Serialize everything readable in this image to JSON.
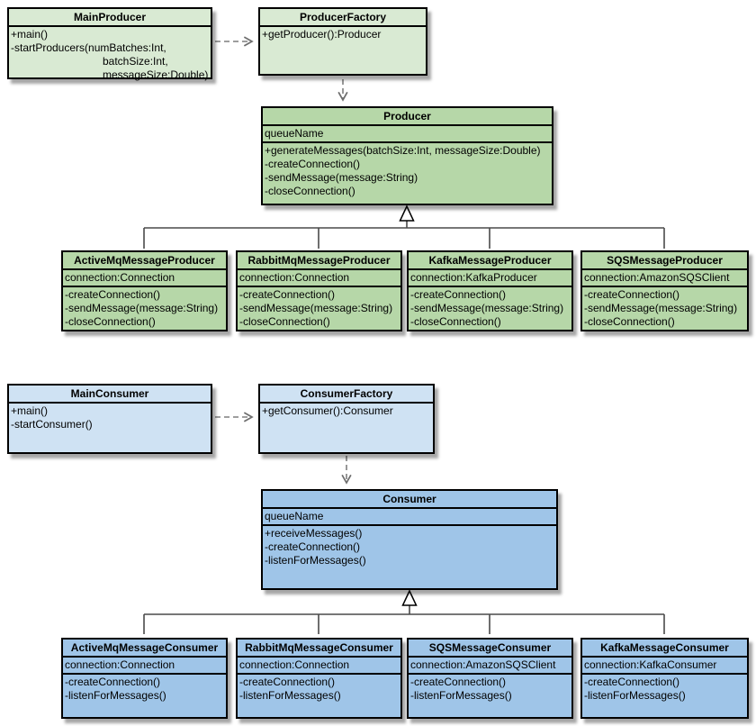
{
  "palette": {
    "green_light": "#d9ead3",
    "green_dark": "#b6d7a8",
    "blue_light": "#cfe2f3",
    "blue_dark": "#9fc5e8",
    "connector_gray": "#7f7f7f",
    "connector_dark": "#4a4a4a",
    "border_black": "#000000"
  },
  "classes": {
    "main_producer": {
      "name": "MainProducer",
      "members": [
        "+main()",
        "-startProducers(numBatches:Int,",
        "batchSize:Int,",
        "messageSize:Double)"
      ]
    },
    "producer_factory": {
      "name": "ProducerFactory",
      "members": [
        "+getProducer():Producer"
      ]
    },
    "producer": {
      "name": "Producer",
      "attributes": [
        "queueName"
      ],
      "methods": [
        "+generateMessages(batchSize:Int, messageSize:Double)",
        "-createConnection()",
        "-sendMessage(message:String)",
        "-closeConnection()"
      ]
    },
    "activemq_producer": {
      "name": "ActiveMqMessageProducer",
      "attributes": [
        "connection:Connection"
      ],
      "methods": [
        "-createConnection()",
        "-sendMessage(message:String)",
        "-closeConnection()"
      ]
    },
    "rabbitmq_producer": {
      "name": "RabbitMqMessageProducer",
      "attributes": [
        "connection:Connection"
      ],
      "methods": [
        "-createConnection()",
        "-sendMessage(message:String)",
        "-closeConnection()"
      ]
    },
    "kafka_producer": {
      "name": "KafkaMessageProducer",
      "attributes": [
        "connection:KafkaProducer"
      ],
      "methods": [
        "-createConnection()",
        "-sendMessage(message:String)",
        "-closeConnection()"
      ]
    },
    "sqs_producer": {
      "name": "SQSMessageProducer",
      "attributes": [
        "connection:AmazonSQSClient"
      ],
      "methods": [
        "-createConnection()",
        "-sendMessage(message:String)",
        "-closeConnection()"
      ]
    },
    "main_consumer": {
      "name": "MainConsumer",
      "members": [
        "+main()",
        "-startConsumer()"
      ]
    },
    "consumer_factory": {
      "name": "ConsumerFactory",
      "members": [
        "+getConsumer():Consumer"
      ]
    },
    "consumer": {
      "name": "Consumer",
      "attributes": [
        "queueName"
      ],
      "methods": [
        "+receiveMessages()",
        "-createConnection()",
        "-listenForMessages()"
      ]
    },
    "activemq_consumer": {
      "name": "ActiveMqMessageConsumer",
      "attributes": [
        "connection:Connection"
      ],
      "methods": [
        "-createConnection()",
        "-listenForMessages()"
      ]
    },
    "rabbitmq_consumer": {
      "name": "RabbitMqMessageConsumer",
      "attributes": [
        "connection:Connection"
      ],
      "methods": [
        "-createConnection()",
        "-listenForMessages()"
      ]
    },
    "sqs_consumer": {
      "name": "SQSMessageConsumer",
      "attributes": [
        "connection:AmazonSQSClient"
      ],
      "methods": [
        "-createConnection()",
        "-listenForMessages()"
      ]
    },
    "kafka_consumer": {
      "name": "KafkaMessageConsumer",
      "attributes": [
        "connection:KafkaConsumer"
      ],
      "methods": [
        "-createConnection()",
        "-listenForMessages()"
      ]
    }
  }
}
